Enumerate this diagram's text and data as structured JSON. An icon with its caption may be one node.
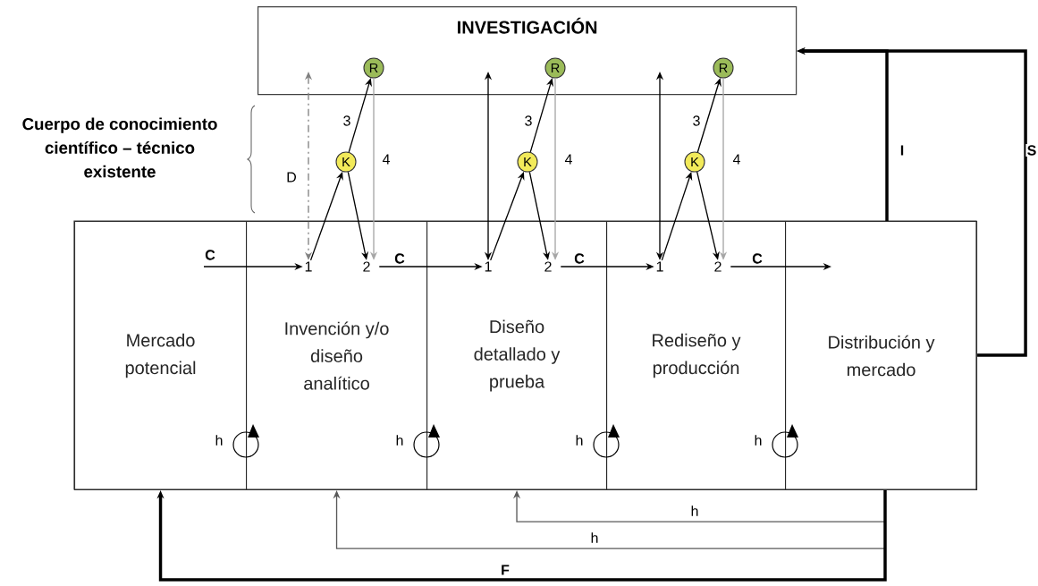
{
  "diagram": {
    "nodes": [
      {
        "text": [
          "INVESTIGACIÓN"
        ]
      },
      {
        "text": [
          "R"
        ],
        "in": 0
      },
      {
        "text": [
          "R"
        ],
        "in": 0
      },
      {
        "text": [
          "R"
        ],
        "in": 0
      },
      {
        "text": [
          "K"
        ]
      },
      {
        "text": [
          "K"
        ]
      },
      {
        "text": [
          "K"
        ]
      },
      {
        "text": [
          "Mercado potencial"
        ]
      },
      {
        "text": [
          "Invención y/o diseño analítico"
        ]
      },
      {
        "text": [
          "1"
        ],
        "in": 8
      },
      {
        "text": [
          "2"
        ],
        "in": 8
      },
      {
        "text": [
          "Diseño detallado y prueba"
        ]
      },
      {
        "text": [
          "1"
        ],
        "in": 11
      },
      {
        "text": [
          "2"
        ],
        "in": 11
      },
      {
        "text": [
          "Rediseño y producción"
        ]
      },
      {
        "text": [
          "1"
        ],
        "in": 14
      },
      {
        "text": [
          "2"
        ],
        "in": 14
      },
      {
        "text": [
          "Distribución y mercado"
        ]
      }
    ],
    "edges": [
      {
        "from": 7,
        "to": 9,
        "arrow": "to",
        "label": "C"
      },
      {
        "from": 10,
        "to": 12,
        "arrow": "to",
        "label": "C"
      },
      {
        "from": 13,
        "to": 15,
        "arrow": "to",
        "label": "C"
      },
      {
        "from": 16,
        "to": 17,
        "arrow": "to",
        "label": "C"
      },
      {
        "from": 4,
        "to": 1,
        "arrow": "to",
        "label": "3"
      },
      {
        "from": 5,
        "to": 2,
        "arrow": "to",
        "label": "3"
      },
      {
        "from": 6,
        "to": 3,
        "arrow": "to",
        "label": "3"
      },
      {
        "from": 9,
        "to": 4,
        "arrow": "to"
      },
      {
        "from": 12,
        "to": 5,
        "arrow": "to"
      },
      {
        "from": 15,
        "to": 6,
        "arrow": "to"
      },
      {
        "from": 4,
        "to": 10,
        "arrow": "to"
      },
      {
        "from": 5,
        "to": 13,
        "arrow": "to"
      },
      {
        "from": 6,
        "to": 16,
        "arrow": "to"
      },
      {
        "from": 1,
        "to": 10,
        "arrow": "to",
        "label": "4",
        "color": "#a6a6a6"
      },
      {
        "from": 2,
        "to": 13,
        "arrow": "to",
        "label": "4",
        "color": "#a6a6a6"
      },
      {
        "from": 3,
        "to": 16,
        "arrow": "to",
        "label": "4",
        "color": "#a6a6a6"
      },
      {
        "from": 0,
        "to": 9,
        "arrow": "both",
        "label": "D",
        "style": "dashed",
        "color": "#808080"
      },
      {
        "from": 0,
        "to": 12,
        "arrow": "both"
      },
      {
        "from": 0,
        "to": 15,
        "arrow": "both"
      },
      {
        "from": 17,
        "to": 0,
        "arrow": "to",
        "label": "I",
        "style": "thick"
      },
      {
        "from": 17,
        "to": 0,
        "arrow": "to",
        "label": "S",
        "style": "thick"
      },
      {
        "from": 17,
        "to": 11,
        "arrow": "to",
        "label": "h",
        "color": "#595959"
      },
      {
        "from": 17,
        "to": 8,
        "arrow": "to",
        "label": "h",
        "color": "#595959"
      },
      {
        "from": 17,
        "to": 7,
        "arrow": "to",
        "label": "F",
        "style": "thick"
      }
    ],
    "labels": [
      "Cuerpo de conocimiento científico – técnico existente",
      "h",
      "h",
      "h",
      "h"
    ]
  }
}
